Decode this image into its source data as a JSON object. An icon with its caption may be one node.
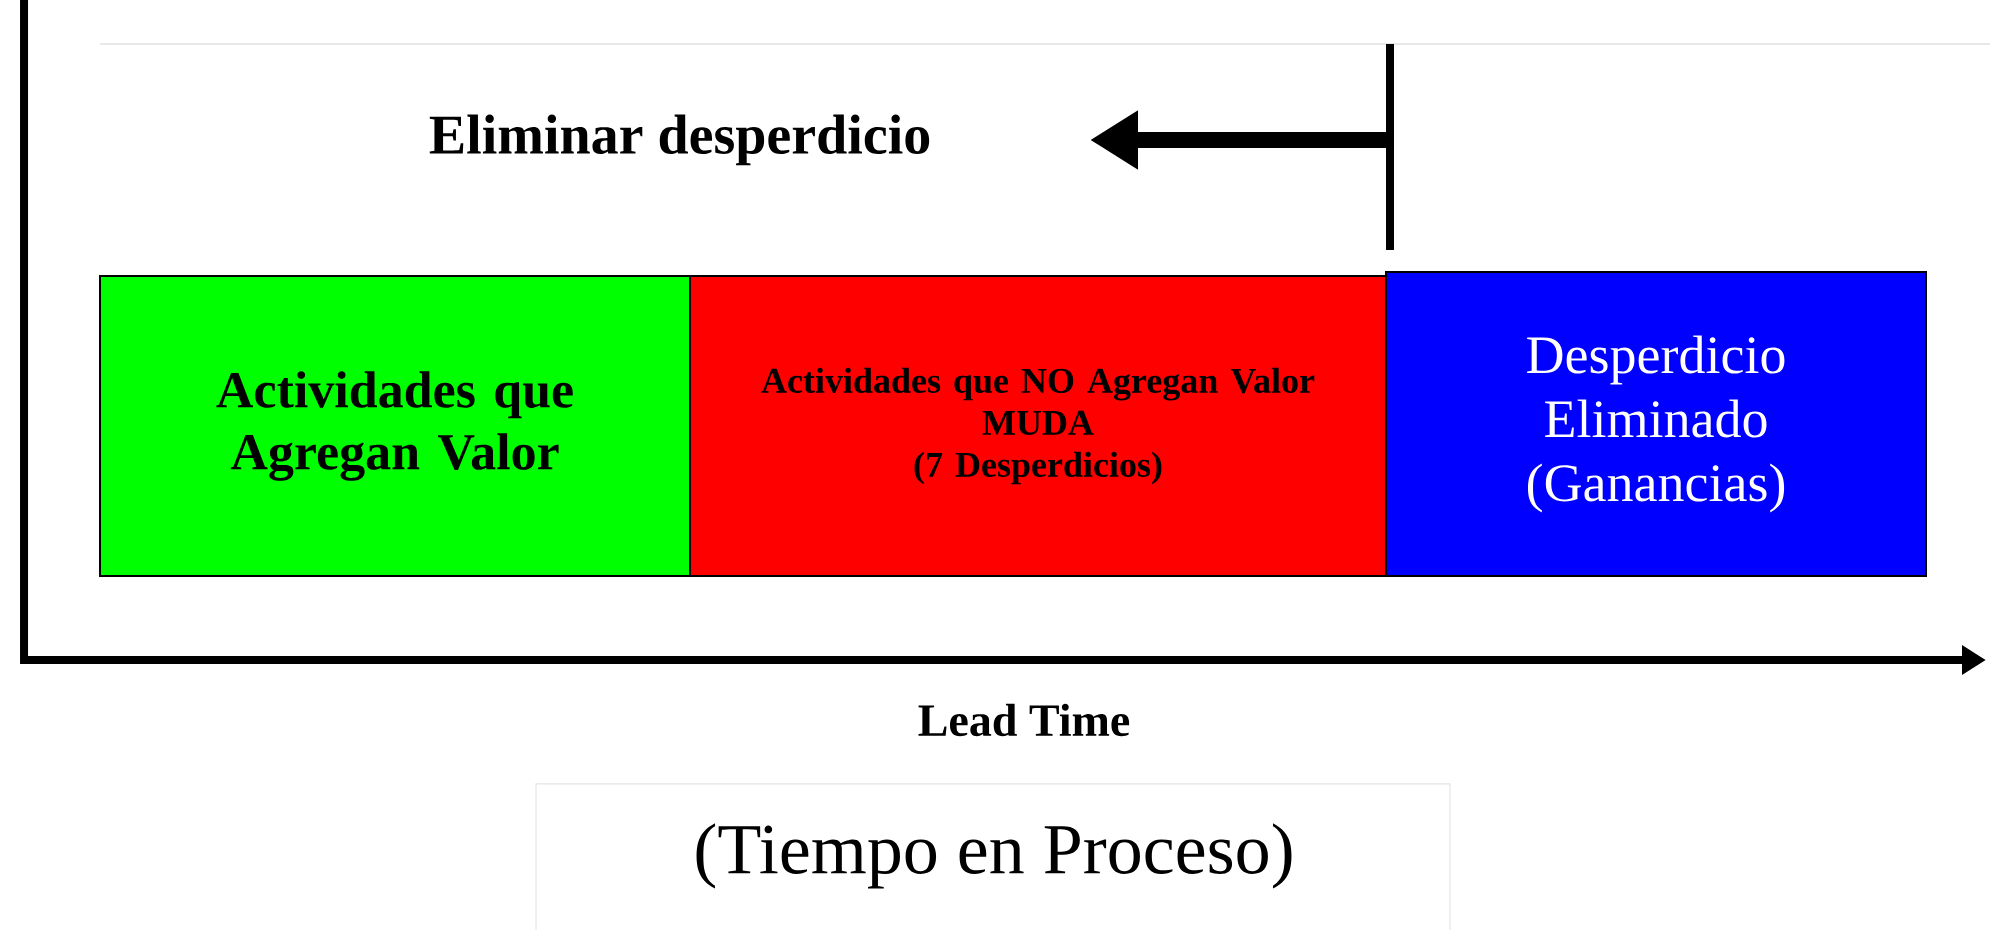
{
  "diagram": {
    "nodes": [
      {
        "text": [
          "Actividades que Agregan Valor"
        ]
      },
      {
        "text": [
          "Actividades que NO Agregan Valor",
          "MUDA",
          "(7 Desperdicios)"
        ]
      },
      {
        "text": [
          "Desperdicio Eliminado (Ganancias)"
        ]
      }
    ],
    "labels": [
      "Eliminar desperdicio",
      "Lead Time",
      "(Tiempo en Proceso)"
    ]
  }
}
